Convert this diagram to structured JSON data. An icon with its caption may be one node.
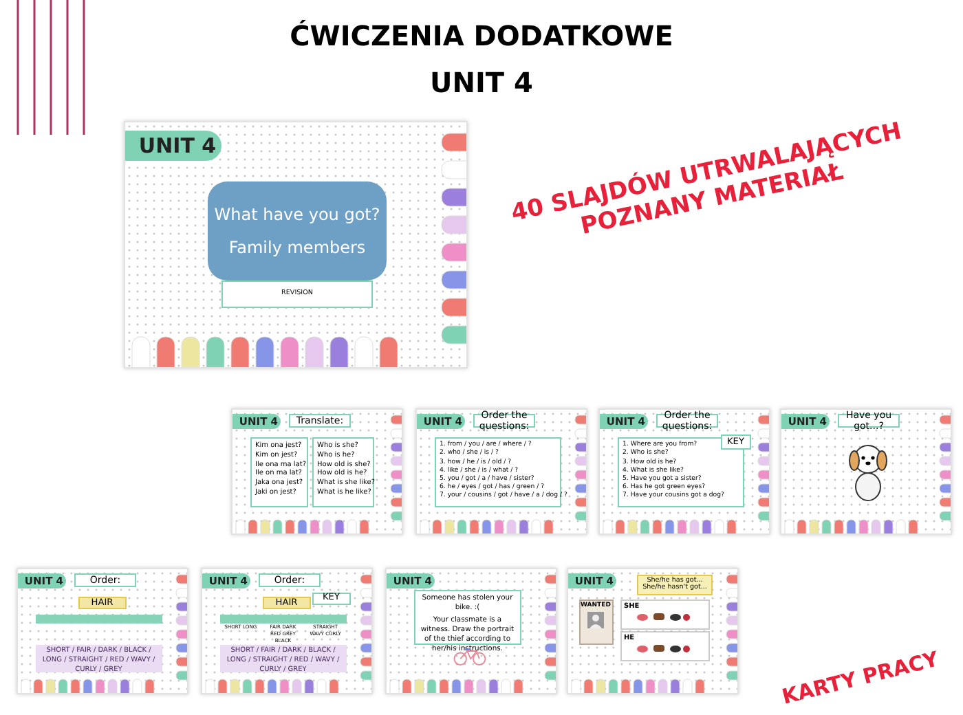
{
  "diagram": {
    "title": "ĆWICZENIA DODATKOWE",
    "nodes": [
      {
        "text": [
          "UNIT 4"
        ]
      },
      {
        "text": [
          "What have you got?",
          "Family members"
        ],
        "in": 0
      },
      {
        "text": [
          "REVISION"
        ],
        "in": 0
      },
      {
        "text": [
          "UNIT 4",
          "Translate:"
        ]
      },
      {
        "text": [
          "Kim ona jest?",
          "Kim on jest?",
          "Ile ona ma lat?",
          "Ile on ma lat?",
          "Jaka ona jest?",
          "Jaki on jest?"
        ],
        "in": 3
      },
      {
        "text": [
          "Who is she?",
          "Who is he?",
          "How old is she?",
          "How old is he?",
          "What is she like?",
          "What is he like?"
        ],
        "in": 3
      },
      {
        "text": [
          "UNIT 4",
          "Order the questions:"
        ]
      },
      {
        "text": [
          "1. from / you / are / where / ?",
          "2. who / she / is / ?",
          "3. how / he / is / old / ?",
          "4. like / she / is / what / ?",
          "5. you / got / a / have / sister?",
          "6. he / eyes / got / has / green / ?",
          "7. your / cousins / got / have / a / dog / ?"
        ],
        "in": 6
      },
      {
        "text": [
          "UNIT 4",
          "Order the questions:"
        ]
      },
      {
        "text": [
          "KEY"
        ],
        "in": 8
      },
      {
        "text": [
          "1. Where are you from?",
          "2. Who is she?",
          "3. How old is he?",
          "4. What is she like?",
          "5. Have you got a sister?",
          "6. Has he got green eyes?",
          "7. Have your cousins got a dog?"
        ],
        "in": 8
      },
      {
        "text": [
          "UNIT 4",
          "Have you got...?"
        ]
      },
      {
        "text": [],
        "shape": "picture",
        "in": 11
      },
      {
        "text": [
          "UNIT 4",
          "Order:"
        ]
      },
      {
        "text": [
          "HAIR"
        ],
        "in": 13
      },
      {
        "text": [],
        "shape": "bar",
        "in": 13
      },
      {
        "text": [
          "SHORT / FAIR / DARK / BLACK / LONG / STRAIGHT / RED / WAVY / CURLY / GREY"
        ],
        "in": 13
      },
      {
        "text": [
          "UNIT 4",
          "Order:"
        ]
      },
      {
        "text": [
          "HAIR"
        ],
        "in": 17
      },
      {
        "text": [
          "KEY"
        ],
        "in": 17
      },
      {
        "text": [],
        "shape": "bar",
        "in": 17
      },
      {
        "text": [
          "SHORT LONG",
          "FAIR DARK RED GREY BLACK",
          "STRAIGHT WAVY CURLY"
        ],
        "in": 17
      },
      {
        "text": [
          "SHORT / FAIR / DARK / BLACK / LONG / STRAIGHT / RED / WAVY / CURLY / GREY"
        ],
        "in": 17
      },
      {
        "text": [
          "UNIT 4"
        ]
      },
      {
        "text": [
          "Someone has stolen your bike. :(",
          "Your classmate is a witness. Draw the portrait of the thief according to her/his instructions."
        ],
        "in": 23
      },
      {
        "text": [],
        "shape": "picture",
        "in": 23
      },
      {
        "text": [
          "UNIT 4"
        ]
      },
      {
        "text": [
          "She/he has got... She/he hasn't got..."
        ],
        "in": 26
      },
      {
        "text": [
          "WANTED"
        ],
        "in": 26
      },
      {
        "text": [
          "SHE"
        ],
        "in": 26
      },
      {
        "text": [
          "HE"
        ],
        "in": 26
      }
    ],
    "labels": [
      "UNIT 4",
      "40 SLAJDÓW UTRWALAJĄCYCH POZNANY MATERIAŁ",
      "KARTY PRACY"
    ]
  }
}
